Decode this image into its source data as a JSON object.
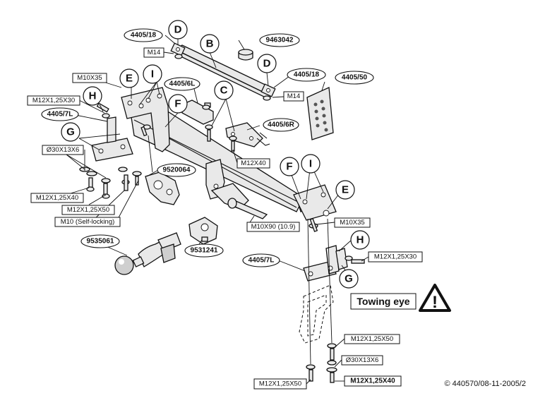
{
  "letters": {
    "d_top": "D",
    "d_right": "D",
    "b": "B",
    "e_left": "E",
    "i_left": "I",
    "c": "C",
    "h_left": "H",
    "f_left": "F",
    "g_left": "G",
    "f_right": "F",
    "i_right": "I",
    "e_right": "E",
    "h_right": "H",
    "g_right": "G"
  },
  "part_numbers": {
    "p4405_18_top": "4405/18",
    "p9463042": "9463042",
    "p4405_18_right": "4405/18",
    "p4405_6l": "4405/6L",
    "p4405_50": "4405/50",
    "p4405_7l_left": "4405/7L",
    "p4405_6r": "4405/6R",
    "p9520064": "9520064",
    "p9535061": "9535061",
    "p9531241": "9531241",
    "p4405_7l_right": "4405/7L"
  },
  "fasteners": {
    "m14_left": "M14",
    "m10x35_left": "M10X35",
    "m12x1_25x30_left": "M12X1,25X30",
    "m14_right": "M14",
    "o30x13x6_left": "Ø30X13X6",
    "m12x40_center": "M12X40",
    "m12x1_25x40_left": "M12X1,25X40",
    "m12x1_25x50_left": "M12X1,25X50",
    "m10_self_locking": "M10 (Self-locking)",
    "m10x35_right": "M10X35",
    "m10x90": "M10X90 (10.9)",
    "m12x1_25x30_right": "M12X1,25X30",
    "m12x1_25x50_right": "M12X1,25X50",
    "o30x13x6_right": "Ø30X13X6",
    "m12x1_25x50_bottom": "M12X1,25X50",
    "m12x1_25x40_bottom": "M12X1,25X40"
  },
  "towing_eye_label": "Towing eye",
  "warning_symbol": "!",
  "copyright": "© 440570/08-11-2005/2"
}
